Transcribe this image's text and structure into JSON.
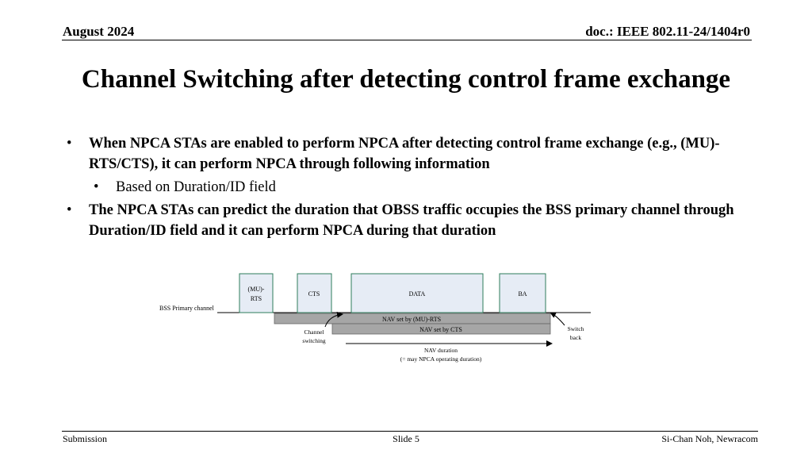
{
  "header": {
    "date": "August 2024",
    "doc_id": "doc.: IEEE 802.11-24/1404r0"
  },
  "title": "Channel Switching after detecting control frame exchange",
  "bullets": [
    {
      "text": "When NPCA STAs are enabled to perform NPCA after detecting control frame exchange (e.g., (MU)-RTS/CTS), it can perform NPCA through following information"
    },
    {
      "text": "Based on Duration/ID field"
    },
    {
      "text": "The NPCA STAs can predict the duration that OBSS traffic occupies the BSS primary channel through Duration/ID field and it can perform NPCA during that duration"
    }
  ],
  "diagram": {
    "frames": {
      "rts_line1": "(MU)-",
      "rts_line2": "RTS",
      "cts": "CTS",
      "data": "DATA",
      "ba": "BA"
    },
    "channel_label": "BSS Primary channel",
    "nav_rts": "NAV set by (MU)-RTS",
    "nav_cts": "NAV set by CTS",
    "switching_line1": "Channel",
    "switching_line2": "switching",
    "switchback_line1": "Switch",
    "switchback_line2": "back",
    "nav_duration_line1": "NAV duration",
    "nav_duration_line2": "(= may NPCA operating duration)",
    "frame_fill": "#e6ecf5",
    "frame_border": "#2e7d5b",
    "nav_fill": "#a6a6a6"
  },
  "footer": {
    "left": "Submission",
    "center": "Slide 5",
    "right": "Si-Chan Noh, Newracom"
  }
}
